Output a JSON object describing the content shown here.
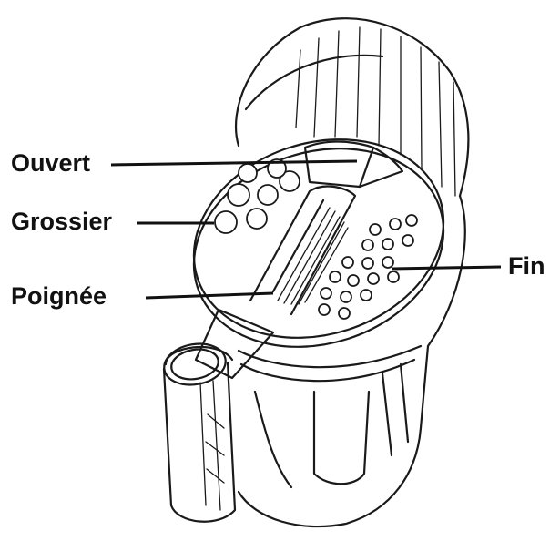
{
  "labels": {
    "open": "Ouvert",
    "coarse": "Grossier",
    "handle": "Poignée",
    "fine": "Fin"
  }
}
